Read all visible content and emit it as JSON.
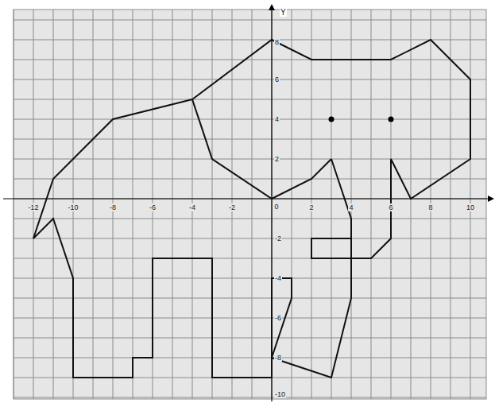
{
  "diagram": {
    "labels": [
      "Y",
      "-12",
      "-10",
      "-8",
      "-6",
      "-4",
      "-2",
      "0",
      "2",
      "4",
      "6",
      "8",
      "10",
      "8",
      "6",
      "4",
      "2",
      "-2",
      "-4",
      "-6",
      "-8",
      "-10"
    ]
  }
}
